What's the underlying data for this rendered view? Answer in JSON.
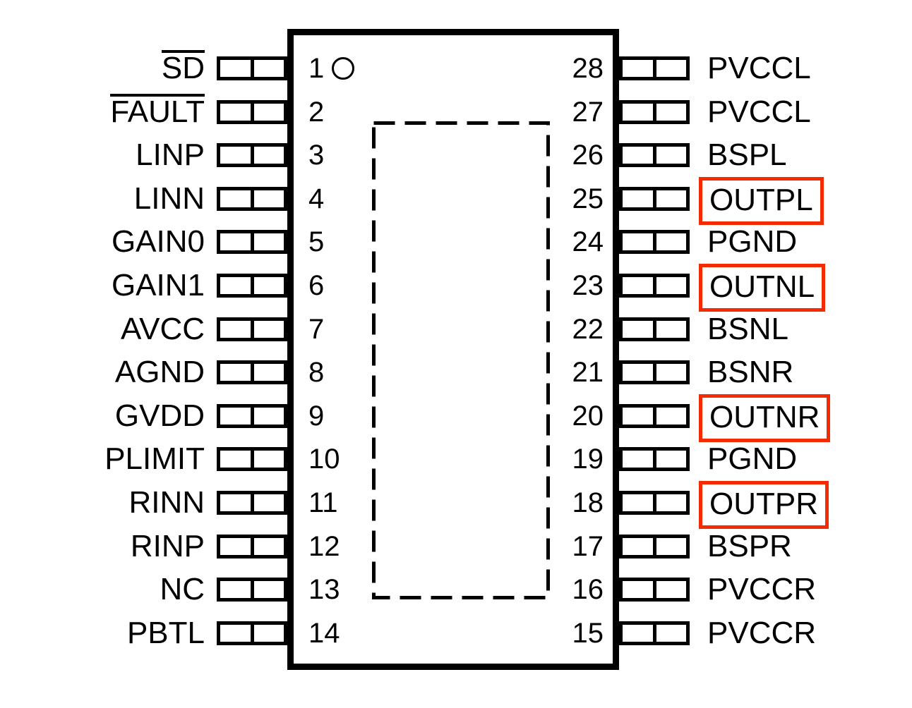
{
  "diagram": {
    "type": "ic-pinout",
    "package_pin_count": 28,
    "pin1_marker_icon": "pin1-circle-marker",
    "thermal_pad_icon": "dashed-thermal-pad-outline",
    "highlight_color": "#f42a00",
    "body_color": "#000000",
    "background_color": "#ffffff"
  },
  "left_pins": [
    {
      "number": "1",
      "name": "SD",
      "overline": true,
      "highlighted": false
    },
    {
      "number": "2",
      "name": "FAULT",
      "overline": true,
      "highlighted": false
    },
    {
      "number": "3",
      "name": "LINP",
      "overline": false,
      "highlighted": false
    },
    {
      "number": "4",
      "name": "LINN",
      "overline": false,
      "highlighted": false
    },
    {
      "number": "5",
      "name": "GAIN0",
      "overline": false,
      "highlighted": false
    },
    {
      "number": "6",
      "name": "GAIN1",
      "overline": false,
      "highlighted": false
    },
    {
      "number": "7",
      "name": "AVCC",
      "overline": false,
      "highlighted": false
    },
    {
      "number": "8",
      "name": "AGND",
      "overline": false,
      "highlighted": false
    },
    {
      "number": "9",
      "name": "GVDD",
      "overline": false,
      "highlighted": false
    },
    {
      "number": "10",
      "name": "PLIMIT",
      "overline": false,
      "highlighted": false
    },
    {
      "number": "11",
      "name": "RINN",
      "overline": false,
      "highlighted": false
    },
    {
      "number": "12",
      "name": "RINP",
      "overline": false,
      "highlighted": false
    },
    {
      "number": "13",
      "name": "NC",
      "overline": false,
      "highlighted": false
    },
    {
      "number": "14",
      "name": "PBTL",
      "overline": false,
      "highlighted": false
    }
  ],
  "right_pins": [
    {
      "number": "28",
      "name": "PVCCL",
      "overline": false,
      "highlighted": false
    },
    {
      "number": "27",
      "name": "PVCCL",
      "overline": false,
      "highlighted": false
    },
    {
      "number": "26",
      "name": "BSPL",
      "overline": false,
      "highlighted": false
    },
    {
      "number": "25",
      "name": "OUTPL",
      "overline": false,
      "highlighted": true
    },
    {
      "number": "24",
      "name": "PGND",
      "overline": false,
      "highlighted": false
    },
    {
      "number": "23",
      "name": "OUTNL",
      "overline": false,
      "highlighted": true
    },
    {
      "number": "22",
      "name": "BSNL",
      "overline": false,
      "highlighted": false
    },
    {
      "number": "21",
      "name": "BSNR",
      "overline": false,
      "highlighted": false
    },
    {
      "number": "20",
      "name": "OUTNR",
      "overline": false,
      "highlighted": true
    },
    {
      "number": "19",
      "name": "PGND",
      "overline": false,
      "highlighted": false
    },
    {
      "number": "18",
      "name": "OUTPR",
      "overline": false,
      "highlighted": true
    },
    {
      "number": "17",
      "name": "BSPR",
      "overline": false,
      "highlighted": false
    },
    {
      "number": "16",
      "name": "PVCCR",
      "overline": false,
      "highlighted": false
    },
    {
      "number": "15",
      "name": "PVCCR",
      "overline": false,
      "highlighted": false
    }
  ]
}
